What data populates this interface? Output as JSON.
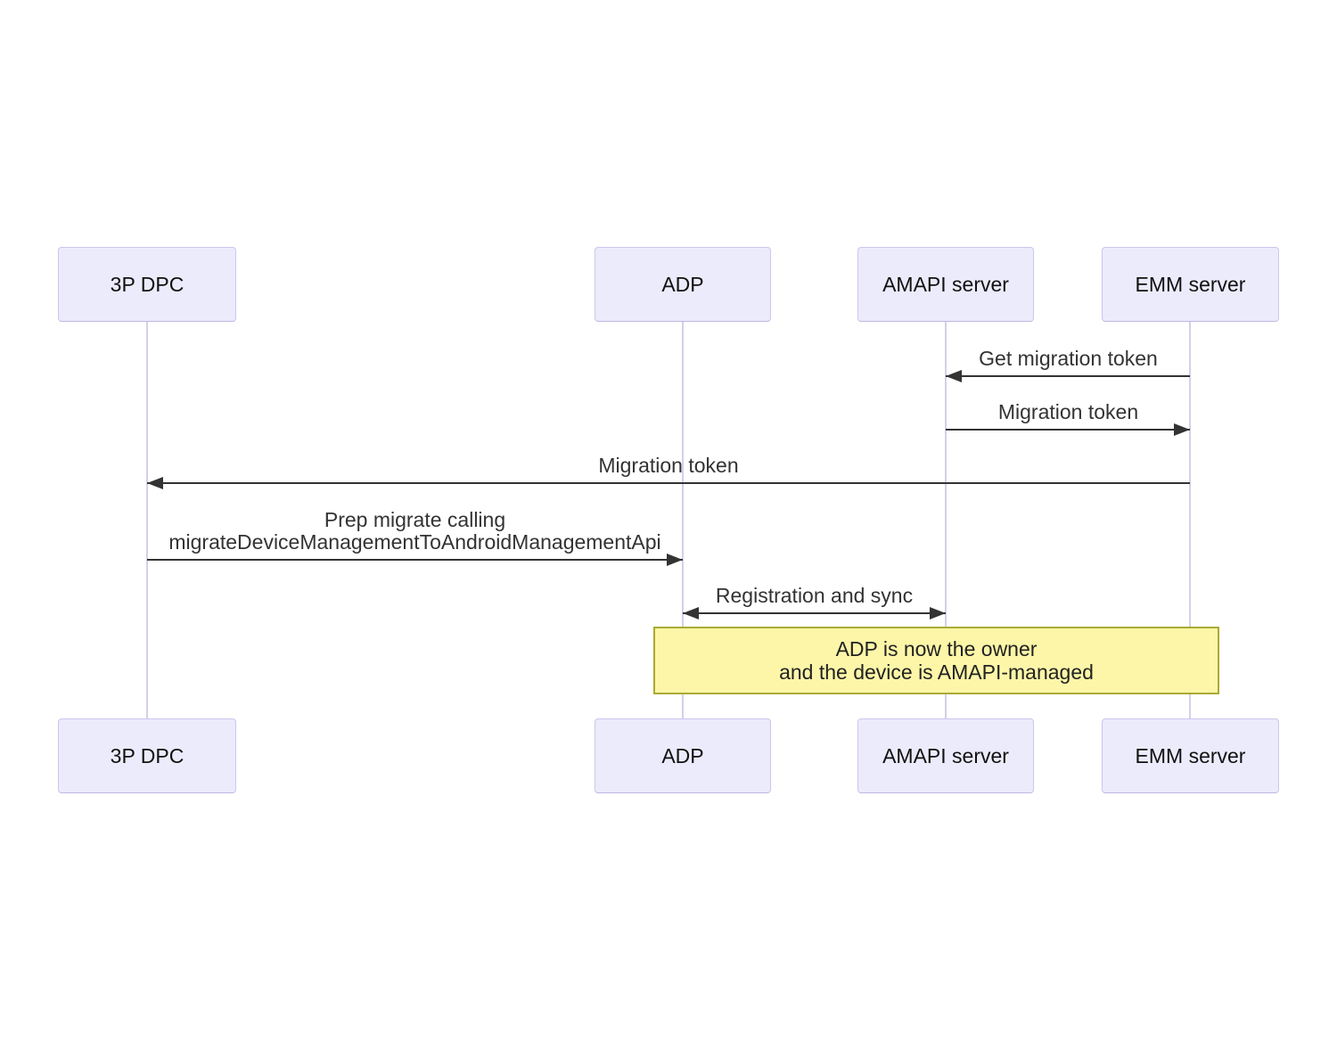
{
  "diagram": {
    "type": "sequence-diagram",
    "actors": [
      {
        "label": "3P DPC"
      },
      {
        "label": "ADP"
      },
      {
        "label": "AMAPI server"
      },
      {
        "label": "EMM server"
      }
    ],
    "messages": [
      {
        "from": "EMM server",
        "to": "AMAPI server",
        "label": "Get migration token",
        "arrow": "left"
      },
      {
        "from": "AMAPI server",
        "to": "EMM server",
        "label": "Migration token",
        "arrow": "right"
      },
      {
        "from": "EMM server",
        "to": "3P DPC",
        "label": "Migration token",
        "arrow": "left"
      },
      {
        "from": "3P DPC",
        "to": "ADP",
        "lines": [
          "Prep migrate calling",
          "migrateDeviceManagementToAndroidManagementApi"
        ],
        "arrow": "right"
      },
      {
        "from": "ADP",
        "to": "AMAPI server",
        "label": "Registration and sync",
        "arrow": "both"
      }
    ],
    "note": {
      "over": [
        "ADP",
        "EMM server"
      ],
      "lines": [
        "ADP is now the owner",
        "and the device is AMAPI-managed"
      ]
    },
    "colors": {
      "actor_fill": "#ECEBFB",
      "actor_border": "#CCC6EE",
      "lifeline": "#D5CFE8",
      "message_line": "#333333",
      "message_text": "#333333",
      "note_fill": "#FDF6A8",
      "note_border": "#AAAA33"
    }
  }
}
